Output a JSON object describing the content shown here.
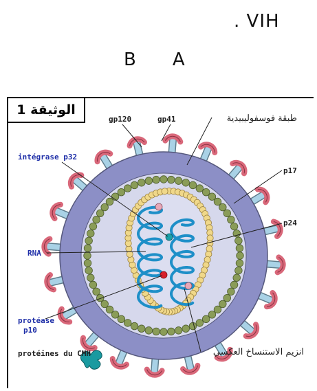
{
  "heading": {
    "title": ". VIH",
    "letter_b": "B",
    "letter_a": "A"
  },
  "document_label": "الوثيقة 1",
  "labels": {
    "gp120": "gp120",
    "gp41": "gp41",
    "phospholipid": "طبقة فوسفوليبيدية",
    "integrase": "intégrase p32",
    "p17": "p17",
    "p24": "p24",
    "rna": "RNA",
    "protease_1": "protéase",
    "protease_2": "p10",
    "mhc": "protéines du CMH",
    "reverse_transcriptase": "انزيم الاستنساخ العكسي"
  },
  "colors": {
    "membrane": "#8c8fc6",
    "membrane_edge": "#55587c",
    "interior": "#d6d8ec",
    "matrix_bead": "#8a9c58",
    "capsid_bead": "#f0d88a",
    "capsid_fill": "#dcdef0",
    "rna": "#1e8fc8",
    "spike_stem": "#a9d2e6",
    "spike_cap": "#d9687a",
    "core_dot_red": "#d8202a",
    "core_dot_teal": "#1aa0a8",
    "core_dot_pink": "#e8a8b8",
    "mhc": "#1a9aa0",
    "label_blue": "#1f2fa8"
  }
}
